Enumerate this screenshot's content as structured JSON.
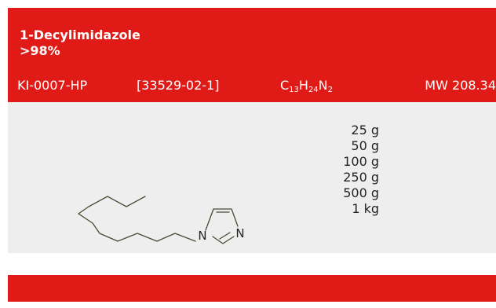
{
  "product": {
    "name": "1-Decylimidazole",
    "purity": ">98%",
    "catalog_number": "KI-0007-HP",
    "cas_number": "[33529-02-1]",
    "formula": {
      "c_symbol": "C",
      "c_count": "13",
      "h_symbol": "H",
      "h_count": "24",
      "n_symbol": "N",
      "n_count": "2"
    },
    "molecular_weight": "MW 208.34"
  },
  "structure": {
    "atom_n1": "N",
    "atom_n3": "N"
  },
  "sizes": [
    "25 g",
    "50 g",
    "100 g",
    "250 g",
    "500 g",
    "1 kg"
  ],
  "colors": {
    "brand_red": "#e01b17",
    "panel_gray": "#eeeeee",
    "bond_color": "#4a4a32"
  }
}
